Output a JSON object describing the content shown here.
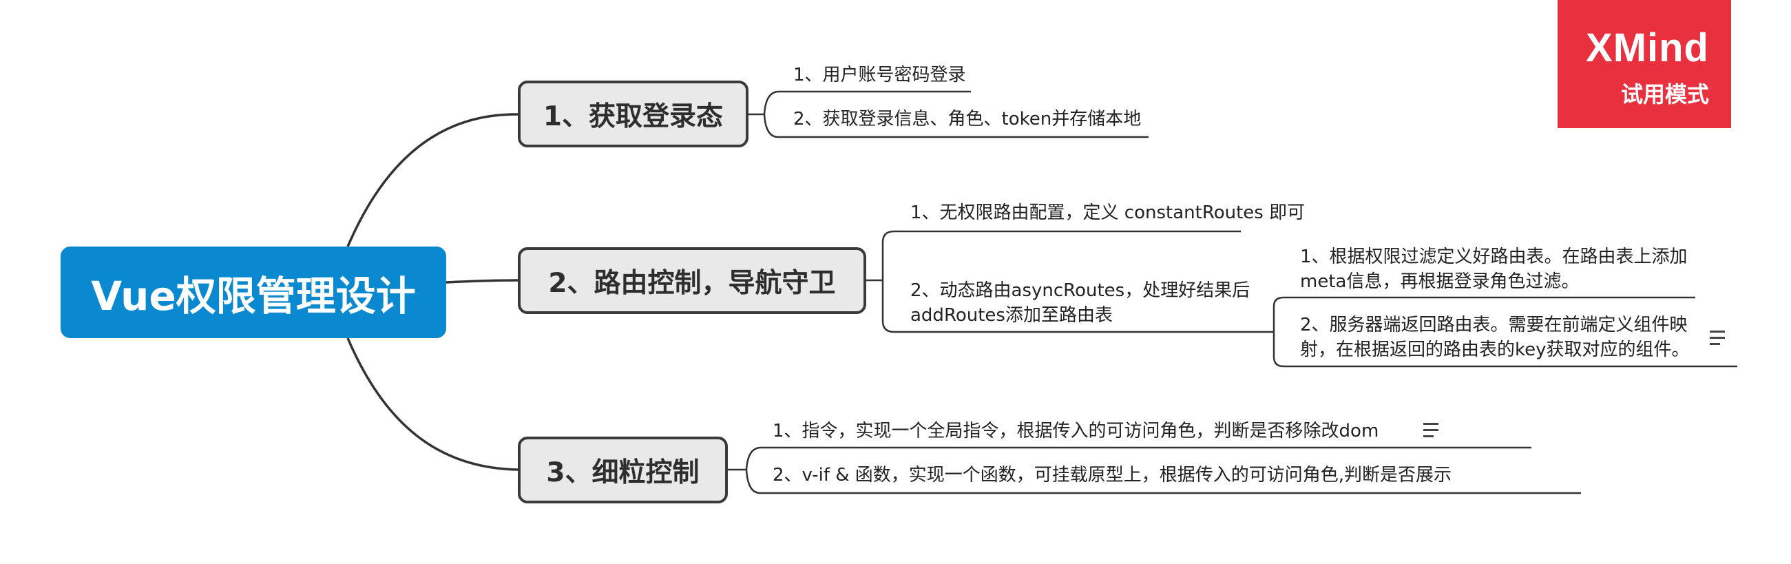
{
  "root": {
    "title": "Vue权限管理设计"
  },
  "topics": [
    {
      "label": "1、获取登录态"
    },
    {
      "label": "2、路由控制，导航守卫"
    },
    {
      "label": "3、细粒控制"
    }
  ],
  "branch1": {
    "items": [
      "1、用户账号密码登录",
      "2、获取登录信息、角色、token并存储本地"
    ]
  },
  "branch2": {
    "item1": "1、无权限路由配置，定义 constantRoutes  即可",
    "item2_line1": "2、动态路由asyncRoutes，处理好结果后",
    "item2_line2": "addRoutes添加至路由表",
    "sub1_line1": "1、根据权限过滤定义好路由表。在路由表上添加",
    "sub1_line2": "meta信息，再根据登录角色过滤。",
    "sub2_line1": "2、服务器端返回路由表。需要在前端定义组件映",
    "sub2_line2": "射，在根据返回的路由表的key获取对应的组件。"
  },
  "branch3": {
    "items": [
      "1、指令，实现一个全局指令，根据传入的可访问角色，判断是否移除改dom",
      "2、v-if & 函数，实现一个函数，可挂载原型上，根据传入的可访问角色,判断是否展示"
    ]
  },
  "badge": {
    "brand": "XMind",
    "subtitle": "试用模式",
    "color": "#e8303f"
  },
  "colors": {
    "root": "#0a88d0",
    "topic_fill": "#e9e9e9",
    "line": "#3a3a3a"
  }
}
